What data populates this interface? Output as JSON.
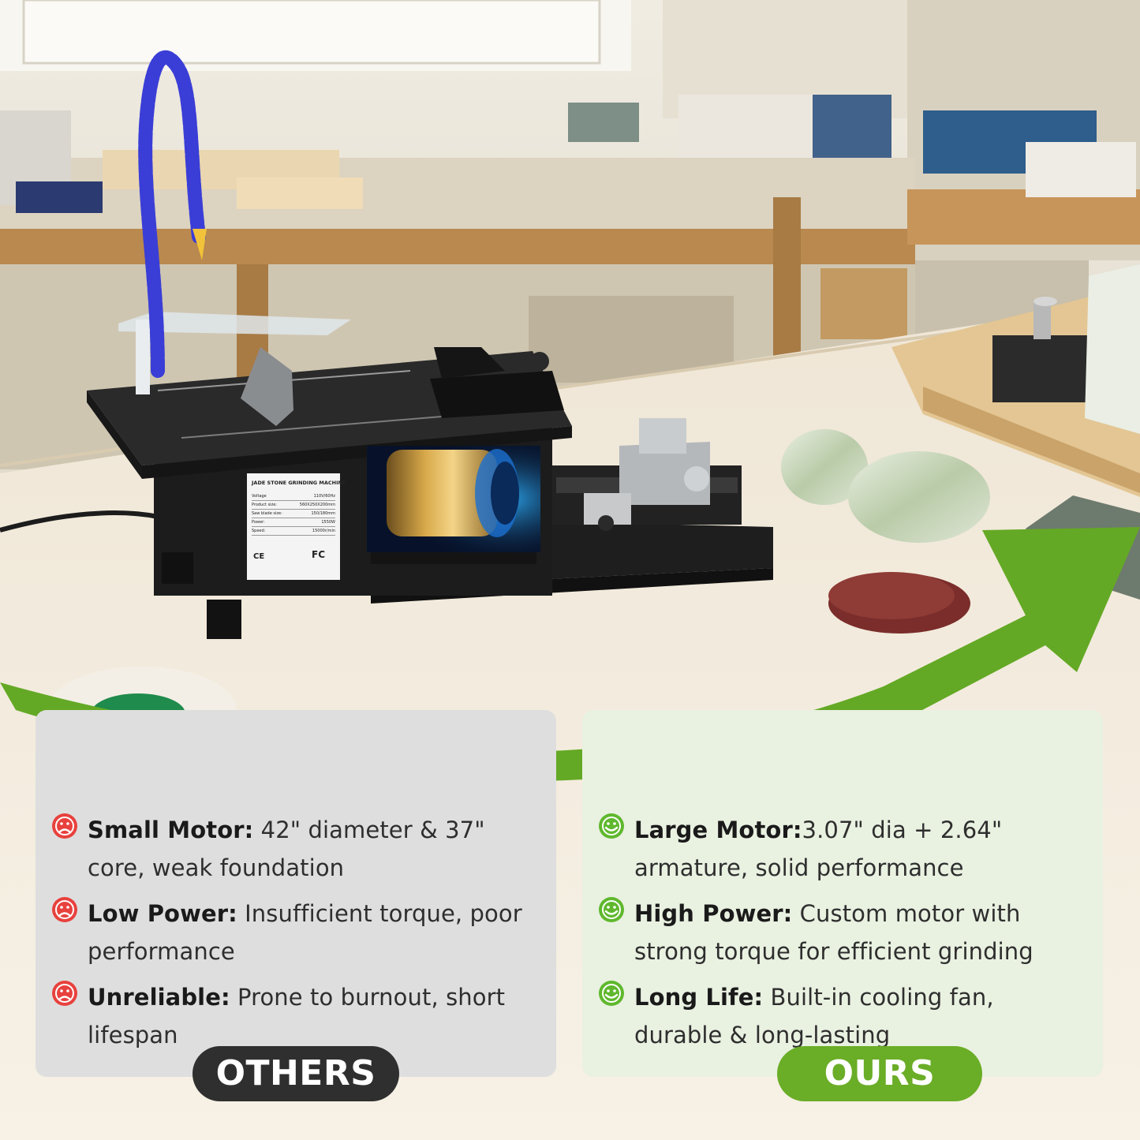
{
  "machine_label": {
    "title": "JADE STONE GRINDING MACHINE",
    "rows": [
      {
        "k": "Voltage",
        "v": "110V/60Hz"
      },
      {
        "k": "Product size:",
        "v": "560X250X200mm"
      },
      {
        "k": "Saw blade size:",
        "v": "150/180mm"
      },
      {
        "k": "Power:",
        "v": "1550W"
      },
      {
        "k": "Speed:",
        "v": "15000r/min"
      }
    ],
    "marks": {
      "ce": "CE",
      "fc": "FC"
    }
  },
  "others": {
    "label": "OTHERS",
    "items": [
      {
        "title": "Small Motor:",
        "text": " 42\" diameter & 37\" core, weak foundation"
      },
      {
        "title": "Low Power:",
        "text": " Insufficient torque, poor performance"
      },
      {
        "title": "Unreliable:",
        "text": " Prone to burnout, short lifespan"
      }
    ]
  },
  "ours": {
    "label": "OURS",
    "items": [
      {
        "title": "Large Motor:",
        "text": "3.07\" dia + 2.64\" armature, solid performance"
      },
      {
        "title": "High Power:",
        "text": " Custom motor with strong torque for efficient grinding"
      },
      {
        "title": "Long Life:",
        "text": " Built-in cooling fan, durable & long-lasting"
      }
    ]
  },
  "colors": {
    "sad": "#e8413d",
    "happy": "#5fb82d",
    "arrow": "#64a925",
    "others_pill": "#2f2f2f",
    "ours_pill": "#6aad27"
  }
}
